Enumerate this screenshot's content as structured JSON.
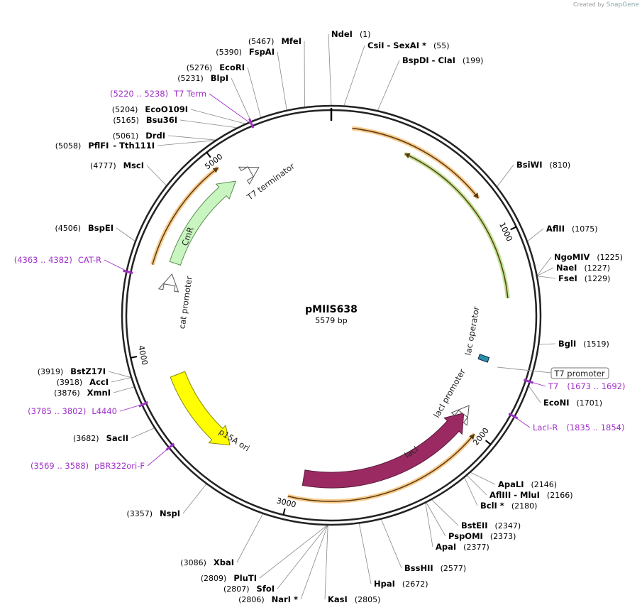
{
  "credit": {
    "prefix": "Created by",
    "brand": "SnapGene"
  },
  "plasmid": {
    "name": "pMIIS638",
    "length": "5579 bp",
    "size_bp": 5579
  },
  "ticks": [
    "1000",
    "2000",
    "3000",
    "4000",
    "5000"
  ],
  "sites": [
    {
      "bp": 1,
      "label_parts": [
        {
          "name": "NdeI",
          "pos": "(1)"
        }
      ],
      "side": "R"
    },
    {
      "bp": 55,
      "label_parts": [
        {
          "name": "CsiI",
          "pos": ""
        },
        {
          "name": "- SexAI *",
          "pos": "(55)"
        }
      ],
      "side": "R"
    },
    {
      "bp": 199,
      "label_parts": [
        {
          "name": "BspDI",
          "pos": ""
        },
        {
          "name": "- ClaI",
          "pos": "(199)"
        }
      ],
      "side": "R"
    },
    {
      "bp": 810,
      "label_parts": [
        {
          "name": "BsiWI",
          "pos": "(810)"
        }
      ],
      "side": "R"
    },
    {
      "bp": 1075,
      "label_parts": [
        {
          "name": "AflII",
          "pos": "(1075)"
        }
      ],
      "side": "R"
    },
    {
      "bp": 1225,
      "label_parts": [
        {
          "name": "NgoMIV",
          "pos": "(1225)"
        }
      ],
      "side": "R"
    },
    {
      "bp": 1227,
      "label_parts": [
        {
          "name": "NaeI",
          "pos": "(1227)"
        }
      ],
      "side": "R"
    },
    {
      "bp": 1229,
      "label_parts": [
        {
          "name": "FseI",
          "pos": "(1229)"
        }
      ],
      "side": "R"
    },
    {
      "bp": 1519,
      "label_parts": [
        {
          "name": "BglI",
          "pos": "(1519)"
        }
      ],
      "side": "R"
    },
    {
      "bp": 1701,
      "label_parts": [
        {
          "name": "EcoNI",
          "pos": "(1701)"
        }
      ],
      "side": "R"
    },
    {
      "bp": 2146,
      "label_parts": [
        {
          "name": "ApaLI",
          "pos": "(2146)"
        }
      ],
      "side": "R"
    },
    {
      "bp": 2166,
      "label_parts": [
        {
          "name": "AflIII",
          "pos": ""
        },
        {
          "name": "- MluI",
          "pos": "(2166)"
        }
      ],
      "side": "R"
    },
    {
      "bp": 2180,
      "label_parts": [
        {
          "name": "BclI *",
          "pos": "(2180)"
        }
      ],
      "side": "R"
    },
    {
      "bp": 2347,
      "label_parts": [
        {
          "name": "BstEII",
          "pos": "(2347)"
        }
      ],
      "side": "R"
    },
    {
      "bp": 2373,
      "label_parts": [
        {
          "name": "PspOMI",
          "pos": "(2373)"
        }
      ],
      "side": "R"
    },
    {
      "bp": 2377,
      "label_parts": [
        {
          "name": "ApaI",
          "pos": "(2377)"
        }
      ],
      "side": "R"
    },
    {
      "bp": 2577,
      "label_parts": [
        {
          "name": "BssHII",
          "pos": "(2577)"
        }
      ],
      "side": "R"
    },
    {
      "bp": 2672,
      "label_parts": [
        {
          "name": "HpaI",
          "pos": "(2672)"
        }
      ],
      "side": "R"
    },
    {
      "bp": 2805,
      "label_parts": [
        {
          "name": "KasI",
          "pos": "(2805)"
        }
      ],
      "side": "R"
    },
    {
      "bp": 2806,
      "label_parts": [
        {
          "name": "NarI *",
          "pos": "(2806)"
        }
      ],
      "side": "L"
    },
    {
      "bp": 2807,
      "label_parts": [
        {
          "name": "SfoI",
          "pos": "(2807)"
        }
      ],
      "side": "L"
    },
    {
      "bp": 2809,
      "label_parts": [
        {
          "name": "PluTI",
          "pos": "(2809)"
        }
      ],
      "side": "L"
    },
    {
      "bp": 3086,
      "label_parts": [
        {
          "name": "XbaI",
          "pos": "(3086)"
        }
      ],
      "side": "L"
    },
    {
      "bp": 3357,
      "label_parts": [
        {
          "name": "NspI",
          "pos": "(3357)"
        }
      ],
      "side": "L"
    },
    {
      "bp": 3682,
      "label_parts": [
        {
          "name": "SacII",
          "pos": "(3682)"
        }
      ],
      "side": "L"
    },
    {
      "bp": 3876,
      "label_parts": [
        {
          "name": "XmnI",
          "pos": "(3876)"
        }
      ],
      "side": "L"
    },
    {
      "bp": 3918,
      "label_parts": [
        {
          "name": "AccI",
          "pos": "(3918)"
        }
      ],
      "side": "L"
    },
    {
      "bp": 3919,
      "label_parts": [
        {
          "name": "BstZ17I",
          "pos": "(3919)"
        }
      ],
      "side": "L"
    },
    {
      "bp": 4506,
      "label_parts": [
        {
          "name": "BspEI",
          "pos": "(4506)"
        }
      ],
      "side": "L"
    },
    {
      "bp": 4777,
      "label_parts": [
        {
          "name": "MscI",
          "pos": "(4777)"
        }
      ],
      "side": "L"
    },
    {
      "bp": 5058,
      "label_parts": [
        {
          "name": "PflFI",
          "pos": "(5058)"
        },
        {
          "name": "- Tth111I",
          "pos": ""
        }
      ],
      "side": "L"
    },
    {
      "bp": 5061,
      "label_parts": [
        {
          "name": "DrdI",
          "pos": "(5061)"
        }
      ],
      "side": "L"
    },
    {
      "bp": 5165,
      "label_parts": [
        {
          "name": "Bsu36I",
          "pos": "(5165)"
        }
      ],
      "side": "L"
    },
    {
      "bp": 5204,
      "label_parts": [
        {
          "name": "EcoO109I",
          "pos": "(5204)"
        }
      ],
      "side": "L"
    },
    {
      "bp": 5231,
      "label_parts": [
        {
          "name": "BlpI",
          "pos": "(5231)"
        }
      ],
      "side": "L"
    },
    {
      "bp": 5276,
      "label_parts": [
        {
          "name": "EcoRI",
          "pos": "(5276)"
        }
      ],
      "side": "L"
    },
    {
      "bp": 5390,
      "label_parts": [
        {
          "name": "FspAI",
          "pos": "(5390)"
        }
      ],
      "side": "L"
    },
    {
      "bp": 5467,
      "label_parts": [
        {
          "name": "MfeI",
          "pos": "(5467)"
        }
      ],
      "side": "L"
    }
  ],
  "primers": [
    {
      "name": "T7 Term",
      "range": "(5220 .. 5238)",
      "bp": 5229
    },
    {
      "name": "CAT-R",
      "range": "(4363 .. 4382)",
      "bp": 4372
    },
    {
      "name": "L4440",
      "range": "(3785 .. 3802)",
      "bp": 3793
    },
    {
      "name": "pBR322ori-F",
      "range": "(3569 .. 3588)",
      "bp": 3578
    },
    {
      "name": "LacI-R",
      "range": "(1835 .. 1854)",
      "bp": 1844
    },
    {
      "name": "T7",
      "range": "(1673 .. 1692)",
      "bp": 1682
    }
  ],
  "features": [
    {
      "name": "CmR",
      "color": "#c8f5c0"
    },
    {
      "name": "p15A ori",
      "color": "#ffff00"
    },
    {
      "name": "lacI",
      "color": "#9b2a63"
    },
    {
      "name": "lacI promoter",
      "color": "#ffffff"
    },
    {
      "name": "lac operator",
      "color": "#2a8fa8"
    },
    {
      "name": "T7 promoter",
      "color": "#ffffff"
    },
    {
      "name": "cat promoter",
      "color": "#ffffff"
    },
    {
      "name": "T7 terminator",
      "color": "#ffffff"
    }
  ],
  "colors": {
    "orf": "#f0a030",
    "green_orf": "#8ccc40",
    "primer": "#a030c8"
  }
}
